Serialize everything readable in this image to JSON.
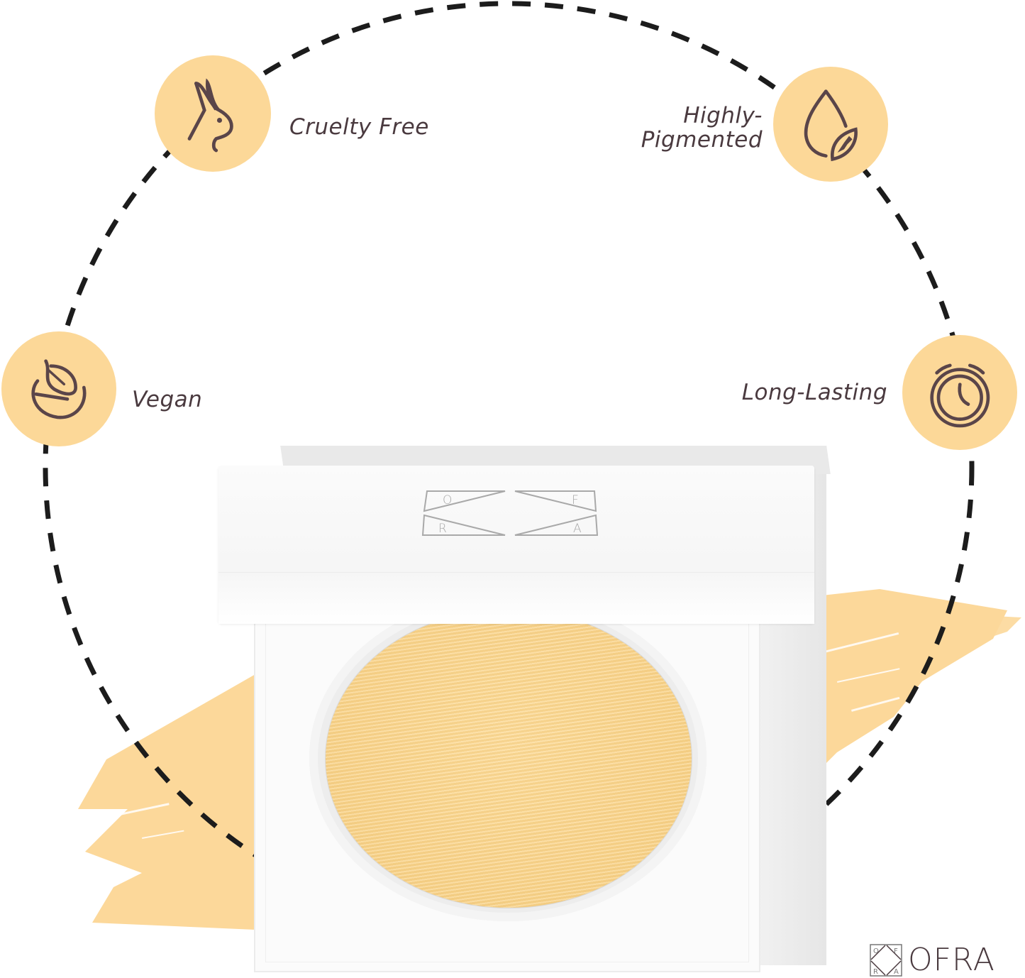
{
  "features": [
    {
      "id": "cruelty-free",
      "label": "Cruelty Free",
      "icon": "rabbit-icon"
    },
    {
      "id": "highly-pigmented",
      "label_lines": [
        "Highly-",
        "Pigmented"
      ],
      "icon": "drop-leaf-icon"
    },
    {
      "id": "vegan",
      "label": "Vegan",
      "icon": "bowl-leaf-icon"
    },
    {
      "id": "long-lasting",
      "label": "Long-Lasting",
      "icon": "alarm-clock-icon"
    }
  ],
  "product": {
    "lid_monogram": [
      "O",
      "F",
      "R",
      "A"
    ],
    "pan_color": "#fad592"
  },
  "brand": {
    "name": "OFRA",
    "monogram": [
      "O",
      "F",
      "R",
      "A"
    ]
  },
  "colors": {
    "badge": "#fcd898",
    "icon": "#5a4549",
    "text": "#4a3a3f",
    "swatch": "#fcd89a",
    "dash": "#1c1c1c"
  }
}
